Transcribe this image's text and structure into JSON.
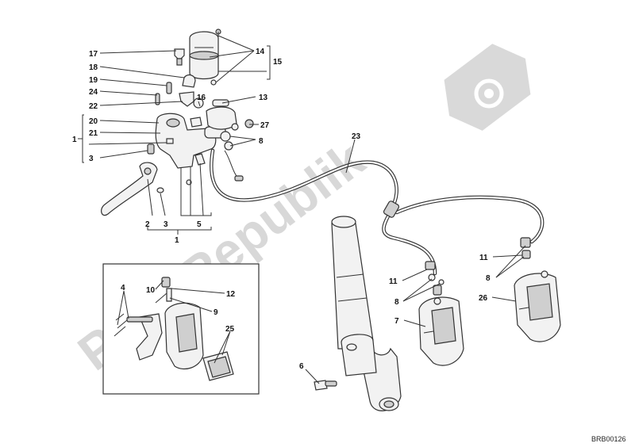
{
  "watermark": {
    "text": "PartsRepublik",
    "color": "#cccccc"
  },
  "reference_code": "BRB00126",
  "callouts": {
    "c1a": "1",
    "c1b": "1",
    "c2": "2",
    "c3a": "3",
    "c3b": "3",
    "c4": "4",
    "c5": "5",
    "c6": "6",
    "c7": "7",
    "c8a": "8",
    "c8b": "8",
    "c8c": "8",
    "c9": "9",
    "c10": "10",
    "c11a": "11",
    "c11b": "11",
    "c12": "12",
    "c13": "13",
    "c14": "14",
    "c15": "15",
    "c16": "16",
    "c17": "17",
    "c18": "18",
    "c19": "19",
    "c20": "20",
    "c21": "21",
    "c22": "22",
    "c23": "23",
    "c24": "24",
    "c25": "25",
    "c26": "26",
    "c27": "27"
  }
}
